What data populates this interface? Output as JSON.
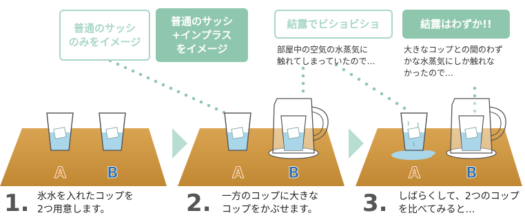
{
  "boxes": {
    "sash_only": [
      "普通のサッシ",
      "のみをイメージ"
    ],
    "sash_plus": [
      "普通のサッシ",
      "+インプラス",
      "をイメージ"
    ],
    "condensation": "結露でビショビショ",
    "slight": "結露はわずか!!"
  },
  "notes": {
    "condensation": [
      "部屋中の空気の水蒸気に",
      "触れてしまっていたので…"
    ],
    "slight": [
      "大きなコップとの間のわず",
      "かな水蒸気にしか触れな",
      "かったので…"
    ]
  },
  "steps": [
    {
      "number": "1.",
      "lines": [
        "氷水を入れたコップを",
        "2つ用意します。"
      ]
    },
    {
      "number": "2.",
      "lines": [
        "一方のコップに大きな",
        "コップをかぶせます。"
      ]
    },
    {
      "number": "3.",
      "lines": [
        "しばらくして、2つのコップ",
        "を比べてみると…"
      ]
    }
  ],
  "labels": {
    "a": "A",
    "b": "B"
  },
  "colors": {
    "green_light": "#a9d6c8",
    "green_fill": "#8fc7ae",
    "table": "#c8913c",
    "arrow": "#b8ddd2",
    "label_a": "#d18a3a",
    "label_b": "#2e6fae",
    "water": "#a9d6e8"
  }
}
